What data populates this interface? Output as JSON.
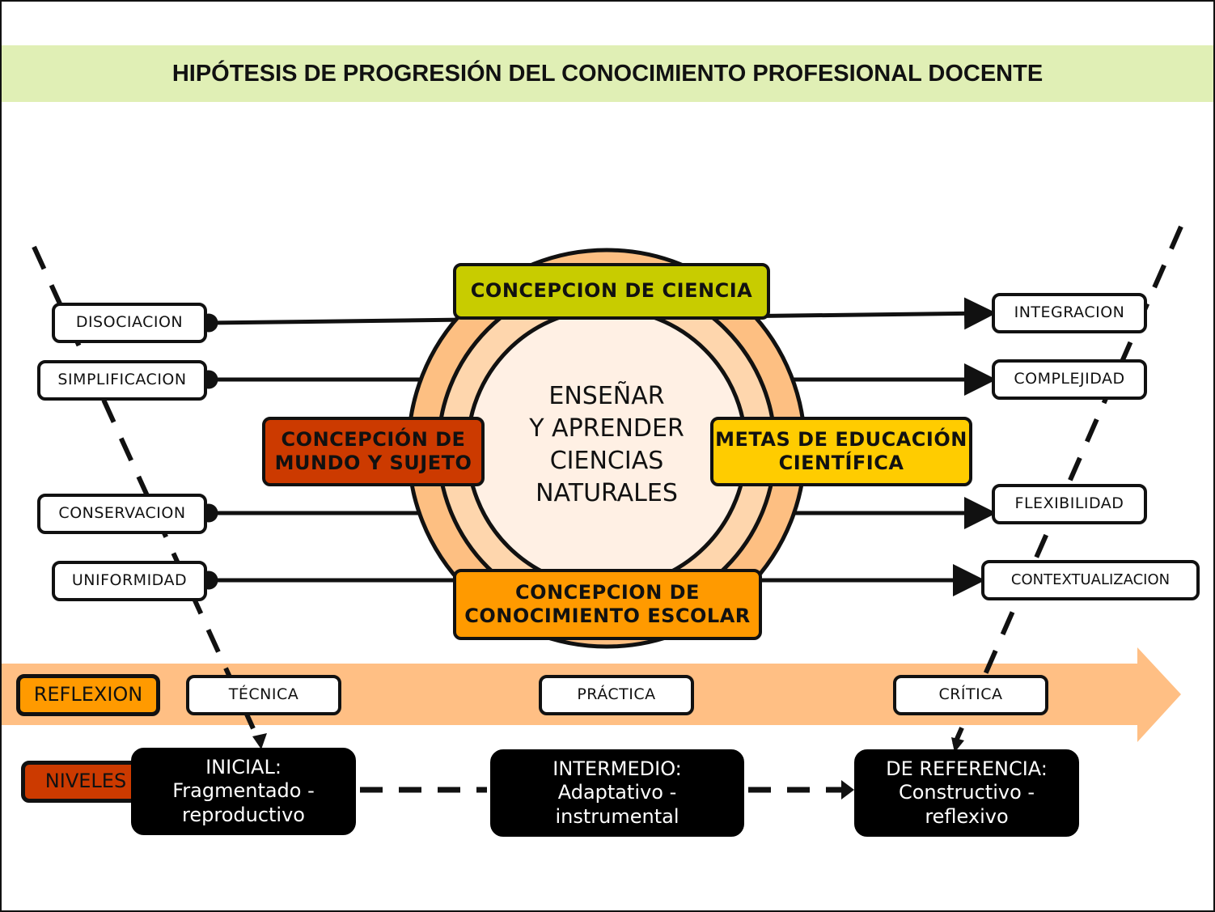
{
  "title": "HIPÓTESIS DE PROGRESIÓN DEL CONOCIMIENTO PROFESIONAL DOCENTE",
  "colors": {
    "title_band": "#e0efb5",
    "outer_ring": "#fdbf82",
    "middle_ring": "#fed6ad",
    "inner_circle": "#fff0e4",
    "concepcion_ciencia": "#c8cc00",
    "concepcion_mundo": "#cc3a00",
    "metas": "#ffcc00",
    "conocimiento_escolar": "#ff9a00",
    "reflexion_arrow": "#ffbf84",
    "reflexion_label": "#ff9a00",
    "niveles_label": "#cc3a00"
  },
  "center": {
    "lines": [
      "ENSEÑAR",
      "Y APRENDER",
      "CIENCIAS",
      "NATURALES"
    ]
  },
  "dimensions": {
    "top": "CONCEPCION DE CIENCIA",
    "left_1": "CONCEPCIÓN DE",
    "left_2": "MUNDO Y SUJETO",
    "right_1": "METAS DE EDUCACIÓN",
    "right_2": "CIENTÍFICA",
    "bottom_1": "CONCEPCION DE",
    "bottom_2": "CONOCIMIENTO ESCOLAR"
  },
  "left_states": [
    "DISOCIACION",
    "SIMPLIFICACION",
    "CONSERVACION",
    "UNIFORMIDAD"
  ],
  "right_states": [
    "INTEGRACION",
    "COMPLEJIDAD",
    "FLEXIBILIDAD",
    "CONTEXTUALIZACION"
  ],
  "reflexion": {
    "label": "REFLEXION",
    "stages": [
      "TÉCNICA",
      "PRÁCTICA",
      "CRÍTICA"
    ]
  },
  "niveles": {
    "label": "NIVELES",
    "levels": [
      {
        "title": "INICIAL:",
        "line2": "Fragmentado -",
        "line3": "reproductivo"
      },
      {
        "title": "INTERMEDIO:",
        "line2": "Adaptativo -",
        "line3": "instrumental"
      },
      {
        "title": "DE REFERENCIA:",
        "line2": "Constructivo -",
        "line3": "reflexivo"
      }
    ]
  }
}
